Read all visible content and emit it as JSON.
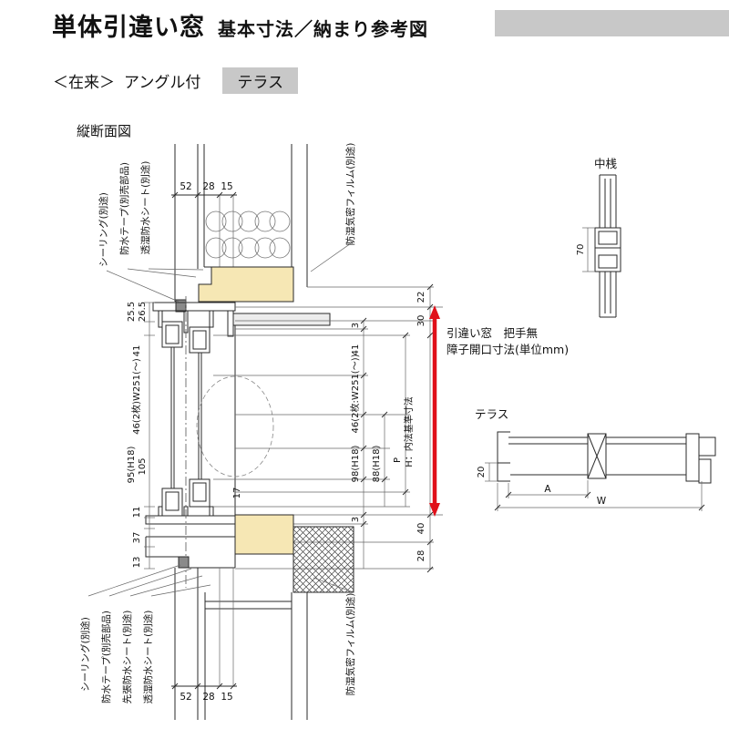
{
  "header": {
    "title_main": "単体引違い窓",
    "title_sub": "基本寸法／納まり参考図",
    "subtitle_bracket": "＜在来＞",
    "subtitle_type": "アングル付",
    "subtitle_badge": "テラス"
  },
  "drawing": {
    "section_label": "縦断面図",
    "note_line1": "引違い窓　把手無",
    "note_line2": "障子開口寸法(単位mm)",
    "callouts_top": [
      "シーリング(別途)",
      "防水テープ(別売部品)",
      "透湿防水シート(別途)",
      "防湿気密フィルム(別途)"
    ],
    "callouts_bottom": [
      "シーリング(別途)",
      "防水テープ(別売部品)",
      "先張防水シート(別途)",
      "透湿防水シート(別途)",
      "防湿気密フィルム(別途)"
    ],
    "dims_top": [
      "52",
      "28",
      "15"
    ],
    "dims_bottom": [
      "52",
      "28",
      "15"
    ],
    "dims_left": [
      "25.5",
      "26.5",
      "41",
      "46(2枚)W251(～)",
      "95(H18)",
      "105",
      "11",
      "37",
      "13"
    ],
    "dims_right": [
      "22",
      "30",
      "3",
      "41",
      "46(2枚:W251(～))",
      "H：内法基準寸法",
      "98(H18)",
      "88(H18)",
      "P",
      "17",
      "3",
      "40",
      "28"
    ]
  },
  "details": {
    "nakazan_label": "中桟",
    "nakazan_dim": "70",
    "terrace_label": "テラス",
    "terrace_dim_20": "20",
    "terrace_dim_a": "A",
    "terrace_dim_w": "W"
  },
  "colors": {
    "accent_red": "#e0101a",
    "wood_fill": "#f6e7b4",
    "header_bar": "#c8c8c8",
    "badge_bg": "#c8c8c8",
    "line": "#2a2a2a"
  }
}
